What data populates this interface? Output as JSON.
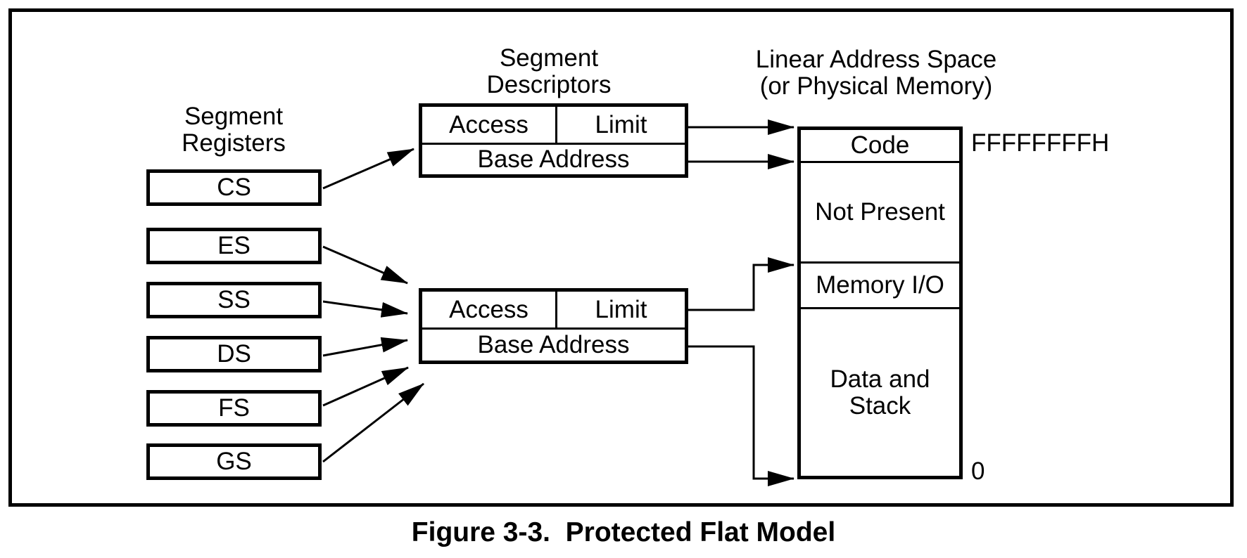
{
  "caption": "Figure 3-3.  Protected Flat Model",
  "titles": {
    "registers": "Segment\nRegisters",
    "descriptors": "Segment\nDescriptors",
    "memory": "Linear Address Space\n(or Physical Memory)"
  },
  "registers": [
    "CS",
    "ES",
    "SS",
    "DS",
    "FS",
    "GS"
  ],
  "descriptors": [
    {
      "access": "Access",
      "limit": "Limit",
      "base": "Base Address"
    },
    {
      "access": "Access",
      "limit": "Limit",
      "base": "Base Address"
    }
  ],
  "memory": {
    "sections": [
      "Code",
      "Not Present",
      "Memory I/O",
      "Data and\nStack"
    ],
    "top_address": "FFFFFFFFH",
    "bottom_address": "0"
  },
  "connections": [
    {
      "from": "CS",
      "to": "descriptor-1"
    },
    {
      "from": "ES",
      "to": "descriptor-2"
    },
    {
      "from": "SS",
      "to": "descriptor-2"
    },
    {
      "from": "DS",
      "to": "descriptor-2"
    },
    {
      "from": "FS",
      "to": "descriptor-2"
    },
    {
      "from": "GS",
      "to": "descriptor-2"
    },
    {
      "from": "descriptor-1-limit",
      "to": "memory-top"
    },
    {
      "from": "descriptor-1-base",
      "to": "memory-code-bottom"
    },
    {
      "from": "descriptor-2-limit",
      "to": "memory-io-top"
    },
    {
      "from": "descriptor-2-base",
      "to": "memory-bottom"
    }
  ]
}
